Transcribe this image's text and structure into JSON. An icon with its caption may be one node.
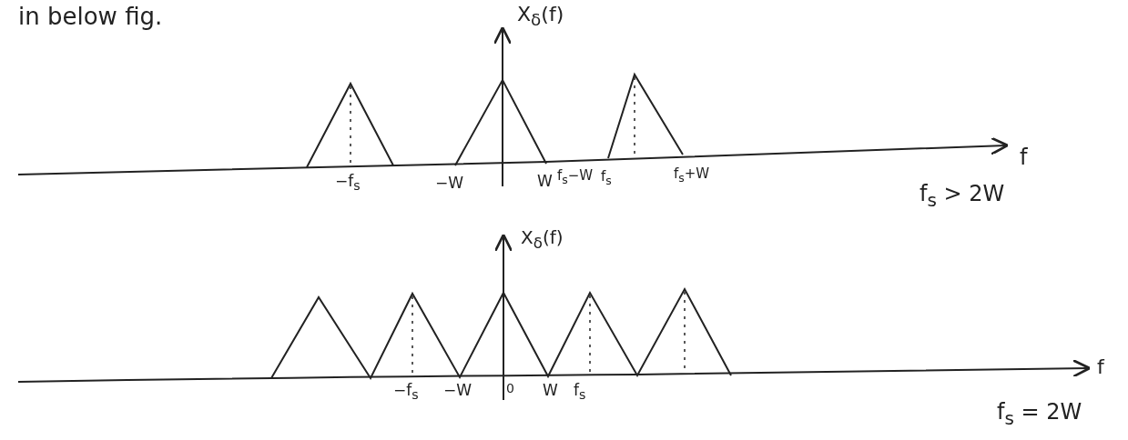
{
  "diagram": {
    "labels": [
      "in below fig.",
      "X$_{δ}$(f)",
      "f",
      "−f$_{s}$",
      "−W",
      "W",
      "f$_{s}$−W",
      "f$_{s}$",
      "f$_{s}$+W",
      "f$_{s}$ > 2W",
      "X$_{δ}$(f)",
      "−f$_{s}$",
      "−W",
      "0",
      "W",
      "f$_{s}$",
      "f",
      "f$_{s}$ = 2W"
    ]
  }
}
